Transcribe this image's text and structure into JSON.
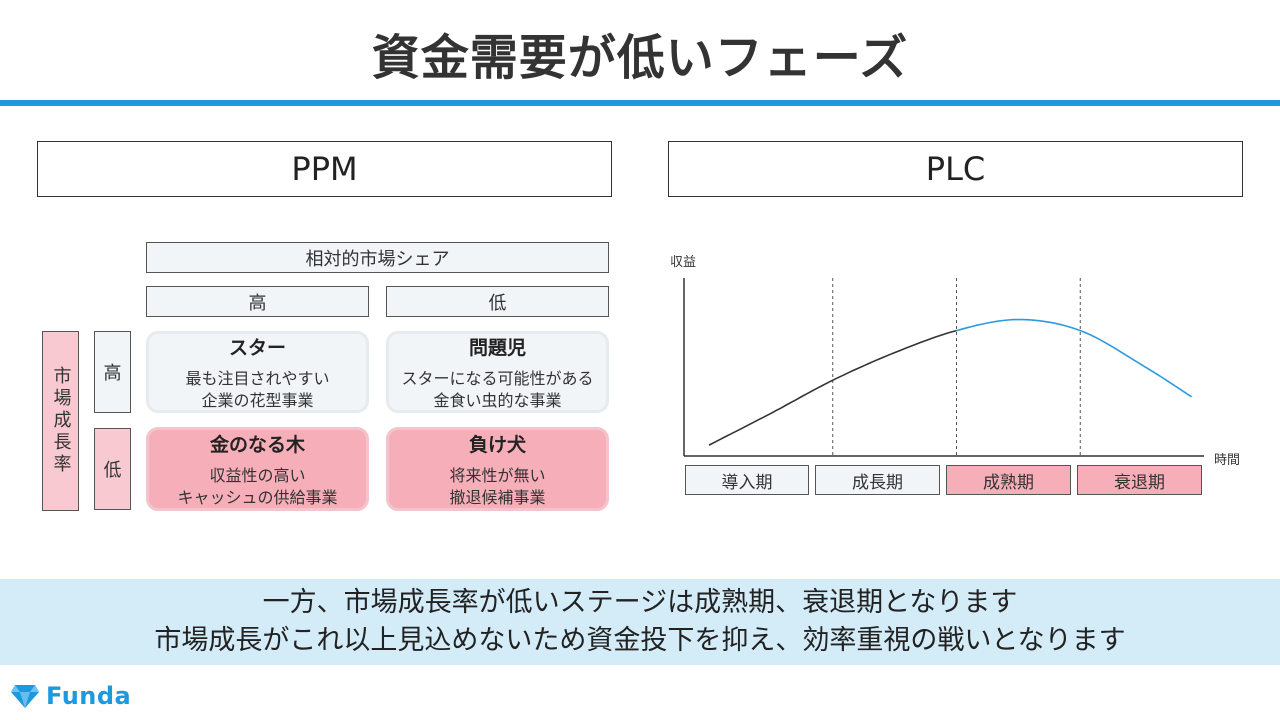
{
  "title": "資金需要が低いフェーズ",
  "ppm": {
    "header": "PPM",
    "share_label": "相対的市場シェア",
    "share_high": "高",
    "share_low": "低",
    "growth_label": "市場成長率",
    "growth_high": "高",
    "growth_low": "低",
    "quadrants": [
      {
        "title": "スター",
        "line1": "最も注目されやすい",
        "line2": "企業の花型事業",
        "highlight": false
      },
      {
        "title": "問題児",
        "line1": "スターになる可能性がある",
        "line2": "金食い虫的な事業",
        "highlight": false
      },
      {
        "title": "金のなる木",
        "line1": "収益性の高い",
        "line2": "キャッシュの供給事業",
        "highlight": true
      },
      {
        "title": "負け犬",
        "line1": "将来性が無い",
        "line2": "撤退候補事業",
        "highlight": true
      }
    ]
  },
  "plc": {
    "header": "PLC",
    "y_label": "収益",
    "x_label": "時間",
    "stages": [
      {
        "label": "導入期",
        "highlight": false
      },
      {
        "label": "成長期",
        "highlight": false
      },
      {
        "label": "成熟期",
        "highlight": true
      },
      {
        "label": "衰退期",
        "highlight": true
      }
    ]
  },
  "chart_data": {
    "type": "line",
    "xlabel": "時間",
    "ylabel": "収益",
    "series": [
      {
        "x": [
          0.0,
          0.5,
          1.0,
          1.5,
          2.0,
          2.5,
          3.0,
          3.5,
          3.9
        ],
        "y": [
          0.05,
          0.28,
          0.52,
          0.72,
          0.88,
          0.96,
          0.88,
          0.63,
          0.4
        ]
      }
    ],
    "stage_boundaries": [
      1,
      2,
      3
    ],
    "highlight_from": 2,
    "colors": {
      "pre_maturity": "#333333",
      "maturity_onward": "#2b9be0"
    }
  },
  "caption": {
    "line1": "一方、市場成長率が低いステージは成熟期、衰退期となります",
    "line2": "市場成長がこれ以上見込めないため資金投下を抑え、効率重視の戦いとなります"
  },
  "logo": {
    "text": "Funda",
    "icon": "diamond-logo-icon"
  },
  "colors": {
    "accent": "#1b9ae0",
    "pink": "#f6aeb9",
    "pale": "#f2f5f8",
    "caption_bg": "#d4ecf8"
  }
}
